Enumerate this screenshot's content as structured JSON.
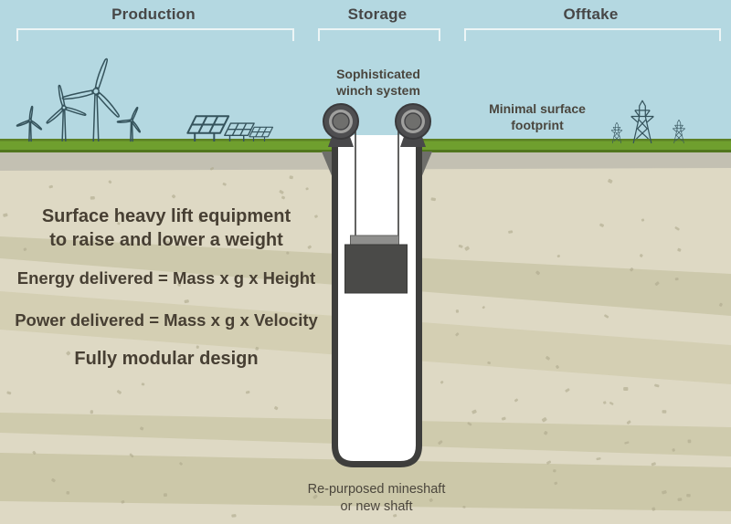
{
  "title": "Gravity energy storage system diagram",
  "sections": [
    {
      "id": "production",
      "label": "Production"
    },
    {
      "id": "storage",
      "label": "Storage"
    },
    {
      "id": "offtake",
      "label": "Offtake"
    }
  ],
  "labels": {
    "winch": {
      "lines": [
        "Sophisticated",
        "winch system"
      ]
    },
    "footprint": {
      "lines": [
        "Minimal surface",
        "footprint"
      ]
    },
    "mineshaft": {
      "lines": [
        "Re-purposed mineshaft",
        "or new shaft"
      ]
    }
  },
  "features": [
    {
      "lines": [
        "Surface heavy lift equipment",
        "to raise and lower a weight"
      ]
    },
    {
      "lines": [
        "Energy delivered = Mass x g x Height"
      ]
    },
    {
      "lines": [
        "Power delivered = Mass x g x Velocity"
      ]
    },
    {
      "lines": [
        "Fully modular design"
      ]
    }
  ],
  "icons": [
    "wind-turbine-icon",
    "solar-panel-icon",
    "transmission-pylon-icon",
    "winch-pulley-icon",
    "weight-icon",
    "mineshaft-icon"
  ],
  "colors": {
    "sky": "#b4d8e1",
    "bracket": "#ecf5f6",
    "grass": "#6f9f2e",
    "grass_edge_dark": "#51761e",
    "ground_base": "#ded9c4",
    "ground_gray_band": "#c3c0b2",
    "ground_khaki_band": "#cdc9ac",
    "icon_outline": "#35535c",
    "shaft_wall": "#3e3e3c",
    "shaft_interior": "#ffffff",
    "weight_block": "#4a4a48",
    "weight_cap": "#8f8f8d",
    "pulley_dark": "#4e4e50",
    "pulley_light_ring": "#a0a09e",
    "text_dark": "#473f33"
  }
}
